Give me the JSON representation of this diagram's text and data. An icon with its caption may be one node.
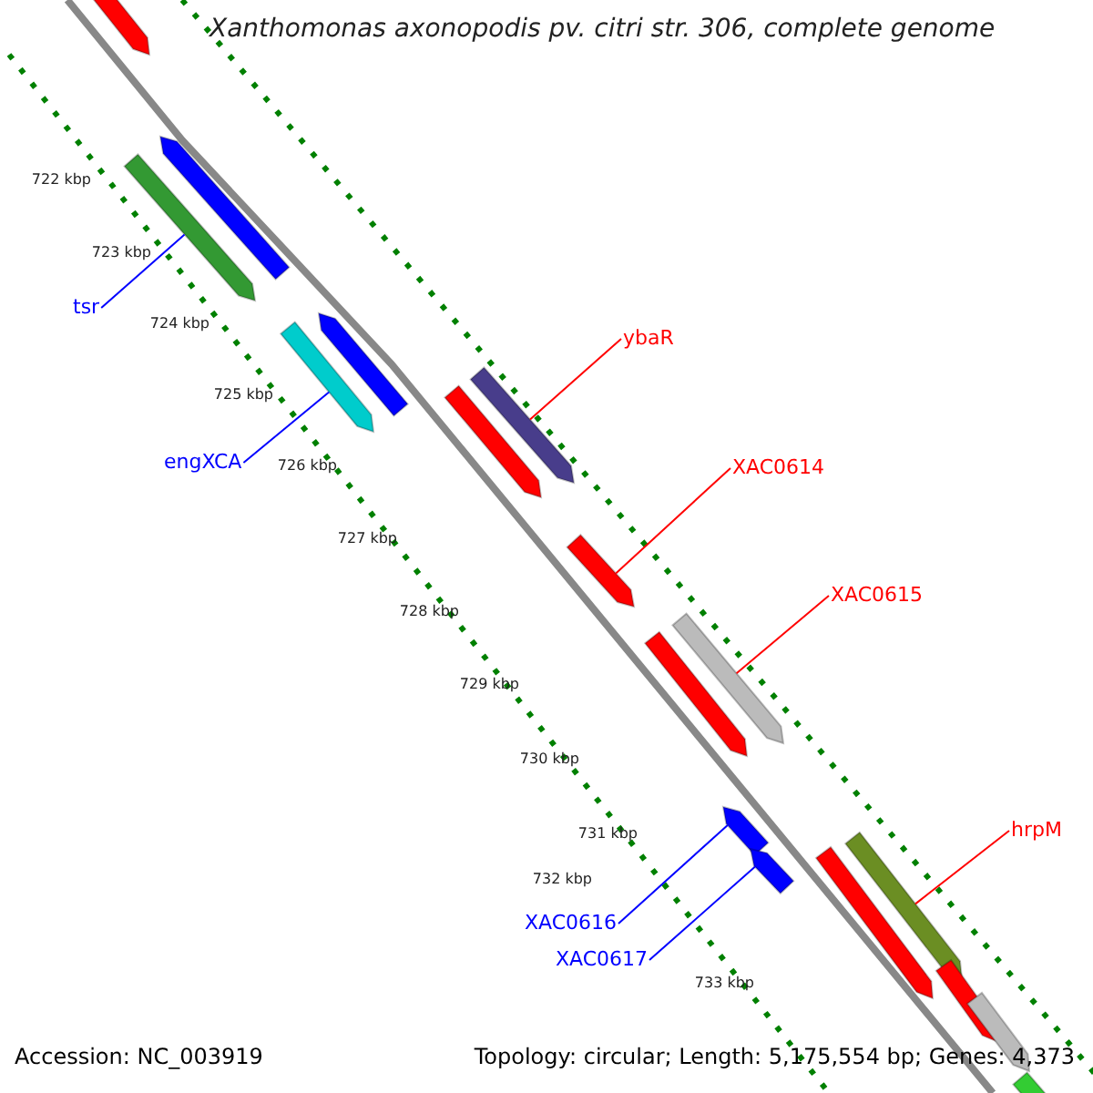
{
  "diagram": {
    "title": "Xanthomonas axonopodis pv. citri str. 306, complete genome",
    "nodes": [
      {
        "text": [
          "tsr"
        ]
      },
      {
        "text": [
          "engXCA"
        ]
      },
      {
        "text": [
          "ybaR"
        ]
      },
      {
        "text": [
          "XAC0614"
        ]
      },
      {
        "text": [
          "XAC0615"
        ]
      },
      {
        "text": [
          "hrpM"
        ]
      },
      {
        "text": [
          "XAC0616"
        ]
      },
      {
        "text": [
          "XAC0617"
        ]
      },
      {
        "text": [],
        "shape": "arrow"
      },
      {
        "text": [],
        "shape": "arrow"
      },
      {
        "text": [],
        "shape": "arrow"
      },
      {
        "text": [],
        "shape": "arrow"
      },
      {
        "text": [],
        "shape": "arrow"
      },
      {
        "text": [],
        "shape": "arrow"
      },
      {
        "text": [],
        "shape": "arrow"
      },
      {
        "text": [],
        "shape": "arrow"
      },
      {
        "text": [],
        "shape": "arrow"
      },
      {
        "text": [],
        "shape": "arrow"
      },
      {
        "text": [],
        "shape": "arrow"
      },
      {
        "text": [],
        "shape": "arrow"
      },
      {
        "text": [],
        "shape": "arrow"
      },
      {
        "text": [],
        "shape": "arrow"
      },
      {
        "text": [],
        "shape": "arrow"
      },
      {
        "text": [],
        "shape": "arrow"
      },
      {
        "text": [],
        "shape": "arrow"
      }
    ],
    "edges": [
      {
        "from": 0,
        "to": 8,
        "arrow": "none"
      },
      {
        "from": 1,
        "to": 9,
        "arrow": "none"
      },
      {
        "from": 2,
        "to": 10,
        "arrow": "none",
        "color": "#ff0000"
      },
      {
        "from": 3,
        "to": 11,
        "arrow": "none",
        "color": "#ff0000"
      },
      {
        "from": 4,
        "to": 12,
        "arrow": "none",
        "color": "#ff0000"
      },
      {
        "from": 5,
        "to": 13,
        "arrow": "none",
        "color": "#ff0000"
      },
      {
        "from": 6,
        "to": 14,
        "arrow": "none"
      },
      {
        "from": 7,
        "to": 15,
        "arrow": "none"
      }
    ],
    "labels": [
      "722 kbp",
      "723 kbp",
      "724 kbp",
      "725 kbp",
      "726 kbp",
      "727 kbp",
      "728 kbp",
      "729 kbp",
      "730 kbp",
      "731 kbp",
      "732 kbp",
      "733 kbp",
      "Accession: NC_003919",
      "Topology: circular; Length: 5,175,554 bp; Genes: 4,373"
    ]
  }
}
